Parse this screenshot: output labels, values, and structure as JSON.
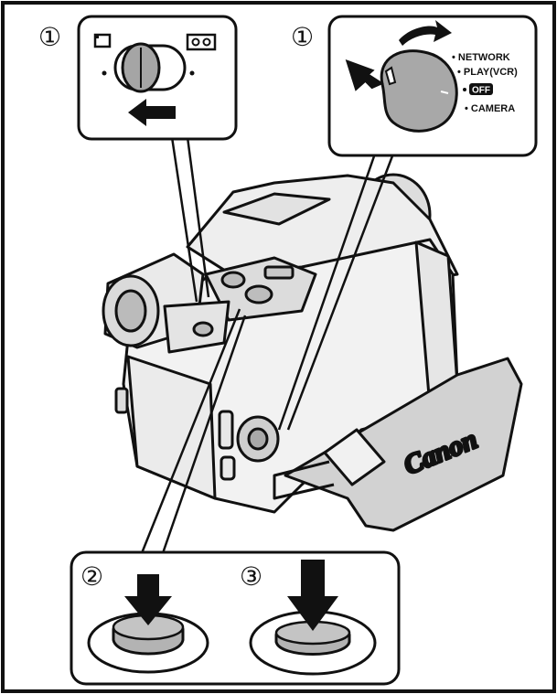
{
  "callouts": {
    "top_left_step": "①",
    "top_right_step": "①",
    "bottom_left_step": "②",
    "bottom_right_step": "③"
  },
  "mode_dial": {
    "network": "• NETWORK",
    "play": "• PLAY(VCR)",
    "off": "OFF",
    "camera": "• CAMERA"
  },
  "camera": {
    "brand": "Canon"
  },
  "colors": {
    "line": "#111111",
    "panel_fill": "#ffffff",
    "knob_gray": "#a7a7a7",
    "button_gray": "#b5b5b5",
    "body_light": "#f2f2f2"
  }
}
